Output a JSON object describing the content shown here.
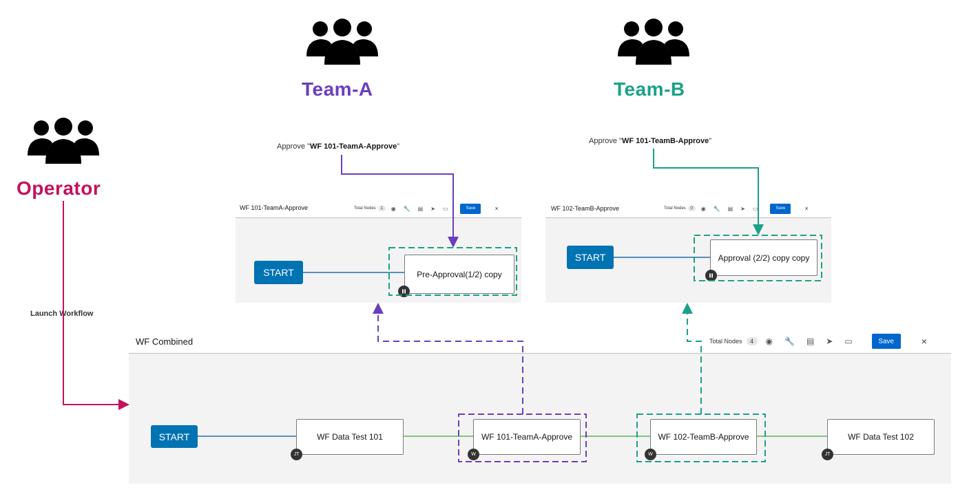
{
  "operator": {
    "label": "Operator",
    "launch_label": "Launch Workflow",
    "color": "#c5115d"
  },
  "team_a": {
    "label": "Team-A",
    "caption_prefix": "Approve \"",
    "caption_bold": "WF 101-TeamA-Approve",
    "caption_suffix": "\"",
    "color": "#6a3ebf"
  },
  "team_b": {
    "label": "Team-B",
    "caption_prefix": "Approve \"",
    "caption_bold": "WF 101-TeamB-Approve",
    "caption_suffix": "\"",
    "color": "#1aa187"
  },
  "wf_a": {
    "title": "WF 101-TeamA-Approve",
    "total_nodes_label": "Total Nodes",
    "total_nodes_count": "1",
    "save_label": "Save",
    "close": "×",
    "start_label": "START",
    "node_label": "Pre-Approval(1/2) copy",
    "node_badge": "pause-icon"
  },
  "wf_b": {
    "title": "WF 102-TeamB-Approve",
    "total_nodes_label": "Total Nodes",
    "total_nodes_count": "0",
    "save_label": "Save",
    "close": "×",
    "start_label": "START",
    "node_label": "Approval (2/2) copy copy",
    "node_badge": "pause-icon"
  },
  "wf_combined": {
    "title": "WF Combined",
    "total_nodes_label": "Total Nodes",
    "total_nodes_count": "4",
    "save_label": "Save",
    "close": "×",
    "start_label": "START",
    "nodes": [
      {
        "label": "WF Data Test 101",
        "badge": "JT"
      },
      {
        "label": "WF 101-TeamA-Approve",
        "badge": "W"
      },
      {
        "label": "WF 102-TeamB-Approve",
        "badge": "W"
      },
      {
        "label": "WF Data Test 102",
        "badge": "JT"
      }
    ]
  },
  "colors": {
    "start_blue": "#0073b3",
    "save_blue": "#0066cc",
    "link_blue": "#1f6fae",
    "link_green": "#5bb55b"
  },
  "icons": [
    "people-icon",
    "compass-icon",
    "wrench-icon",
    "save-disk-icon",
    "rocket-icon",
    "trash-icon",
    "close-icon",
    "pause-icon"
  ]
}
